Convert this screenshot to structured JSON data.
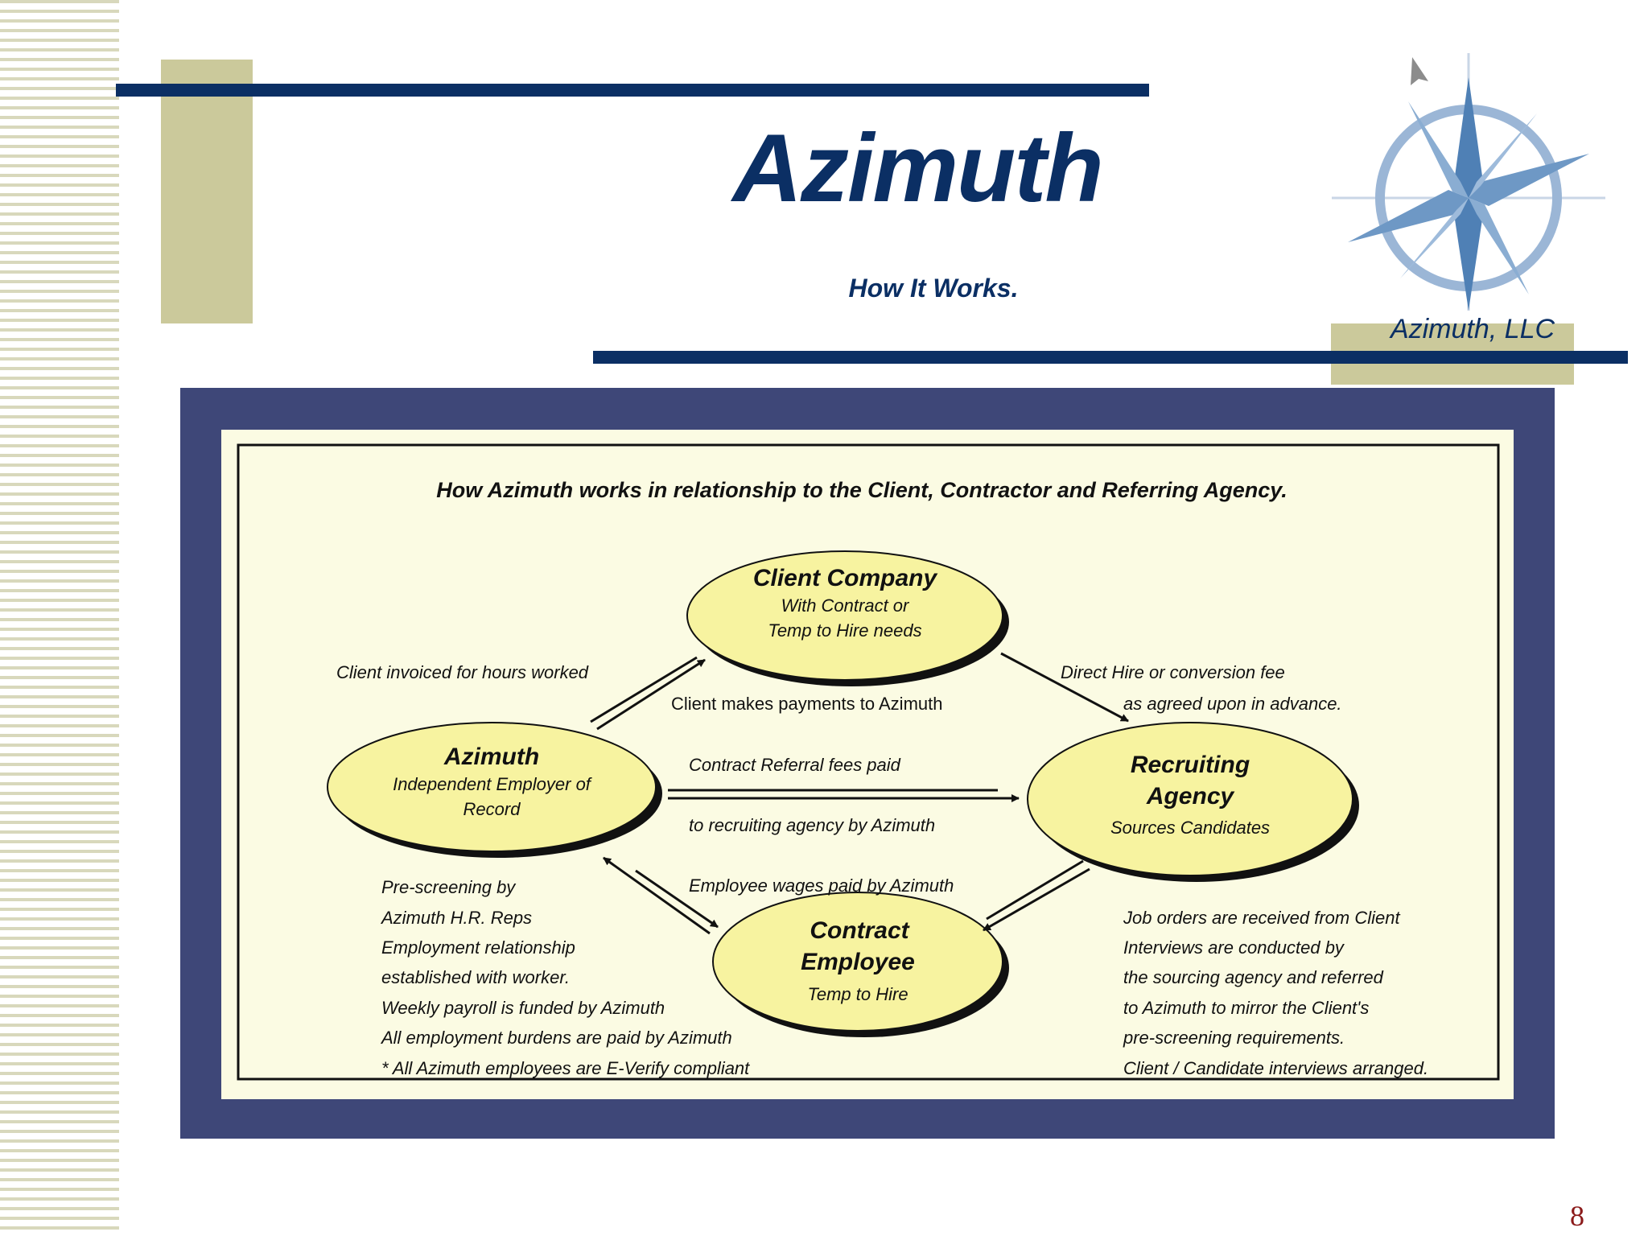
{
  "slide": {
    "title": "Azimuth",
    "subtitle": "How It Works.",
    "company": "Azimuth, LLC",
    "page_number": "8",
    "logo_icon": "compass-rose-icon",
    "colors": {
      "navy": "#0b2f64",
      "tan": "#cbc99b",
      "frame": "#3e4778",
      "panel": "#fbfbe3",
      "ellipse": "#f7f3a0",
      "page_number": "#8b1a1a"
    }
  },
  "diagram": {
    "heading": "How Azimuth works in relationship to the Client, Contractor and Referring Agency.",
    "nodes": {
      "client": {
        "title": "Client Company",
        "sub1": "With Contract or",
        "sub2": "Temp to Hire needs"
      },
      "azimuth": {
        "title": "Azimuth",
        "sub1": "Independent Employer of",
        "sub2": "Record"
      },
      "agency": {
        "title1": "Recruiting",
        "title2": "Agency",
        "sub1": "Sources Candidates"
      },
      "employee": {
        "title1": "Contract",
        "title2": "Employee",
        "sub1": "Temp to Hire"
      }
    },
    "labels": {
      "invoiced": "Client invoiced for hours worked",
      "payments": "Client makes payments to Azimuth",
      "direct_hire1": "Direct Hire or conversion fee",
      "direct_hire2": "as agreed upon in advance.",
      "referral1": "Contract Referral fees paid",
      "referral2": "to recruiting agency by Azimuth",
      "wages": "Employee wages paid by Azimuth"
    },
    "left_notes": [
      "Pre-screening by",
      "Azimuth H.R. Reps",
      "Employment relationship",
      "established with worker.",
      "Weekly payroll is funded by Azimuth",
      "All employment burdens are paid by Azimuth",
      "* All Azimuth employees are E-Verify compliant"
    ],
    "right_notes": [
      "Job orders are received from Client",
      "Interviews are conducted by",
      "the sourcing agency and referred",
      "to Azimuth to mirror the Client's",
      "pre-screening requirements.",
      "Client / Candidate interviews arranged."
    ]
  }
}
